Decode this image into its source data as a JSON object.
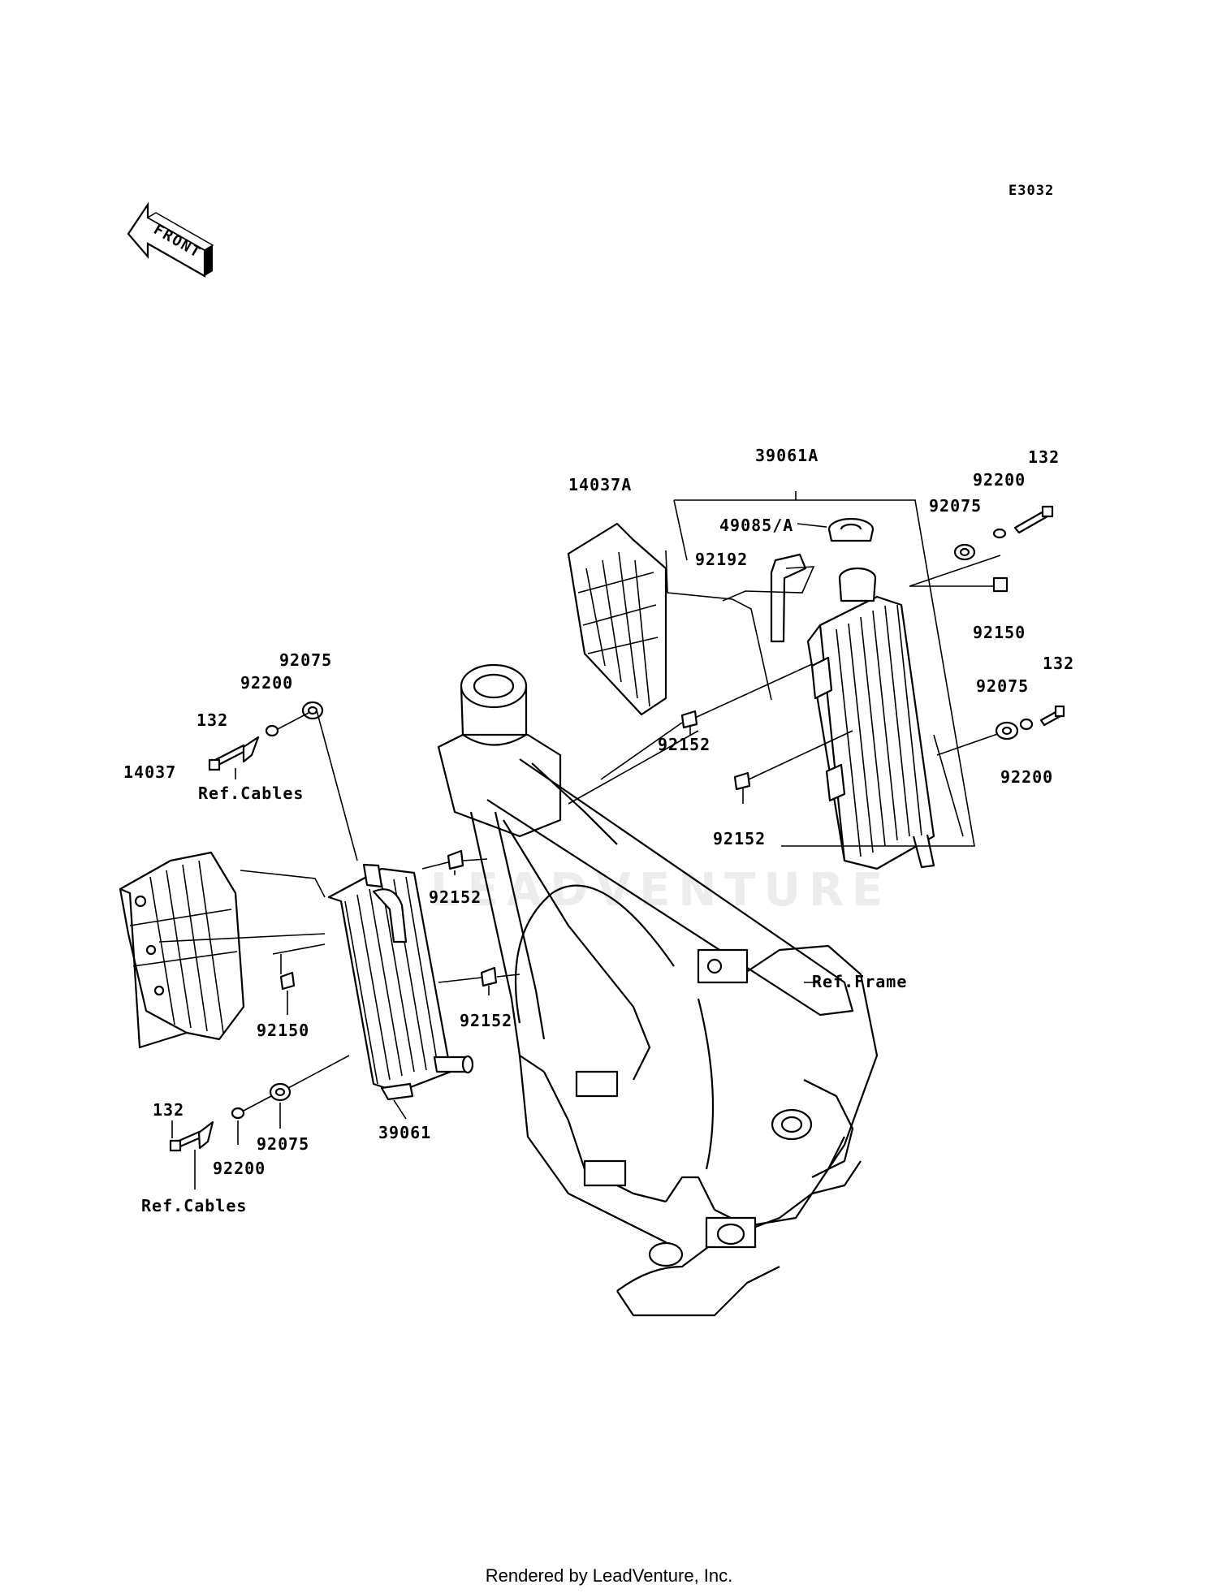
{
  "diagram_code": "E3032",
  "front_arrow_label": "FRONT",
  "watermark": "LEADVENTURE",
  "footer": "Rendered by LeadVenture, Inc.",
  "labels": {
    "p39061A": "39061A",
    "p14037A": "14037A",
    "p49085A": "49085/A",
    "p92192": "92192",
    "p132_tr": "132",
    "p92200_tr": "92200",
    "p92075_tr": "92075",
    "p92150_r": "92150",
    "p132_r": "132",
    "p92075_r": "92075",
    "p92200_r": "92200",
    "p92152_a": "92152",
    "p92152_b": "92152",
    "p92075_l": "92075",
    "p92200_l": "92200",
    "p132_l": "132",
    "refcables_l": "Ref.Cables",
    "p14037": "14037",
    "p92152_c": "92152",
    "p92150_l": "92150",
    "p92152_d": "92152",
    "refframe": "Ref.Frame",
    "p132_bl": "132",
    "p92075_bl": "92075",
    "p92200_bl": "92200",
    "refcables_bl": "Ref.Cables",
    "p39061": "39061"
  }
}
